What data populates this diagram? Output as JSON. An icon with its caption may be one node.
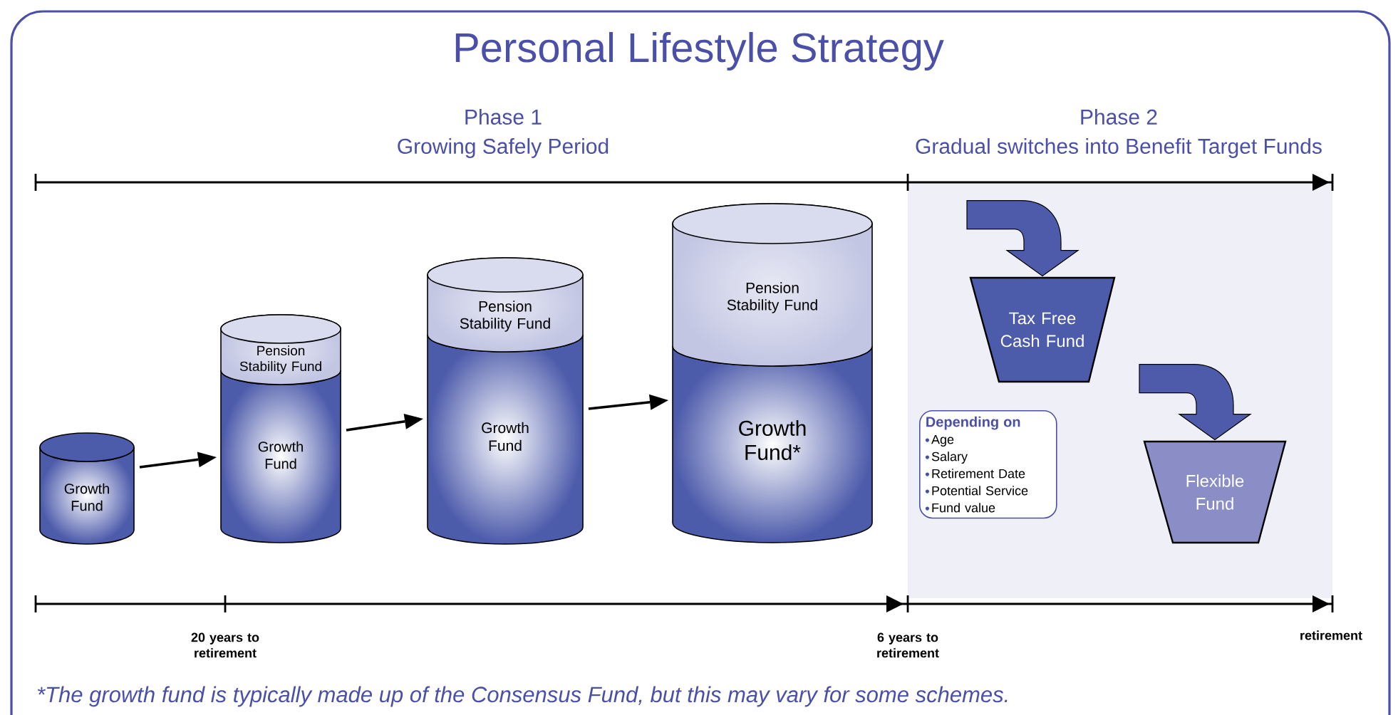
{
  "diagram": {
    "title": "Personal Lifestyle Strategy",
    "caption": "*The growth fund is typically made up of the Consensus Fund, but this may vary for some schemes.",
    "nodes": [
      {
        "text": [
          "Growth Fund"
        ]
      },
      {
        "text": [
          "Pension Stability Fund",
          "Growth Fund"
        ]
      },
      {
        "text": [
          "Pension Stability Fund",
          "Growth Fund"
        ]
      },
      {
        "text": [
          "Pension Stability Fund",
          "Growth Fund*"
        ]
      },
      {
        "text": [
          "Tax Free Cash Fund"
        ]
      },
      {
        "text": [
          "Flexible Fund"
        ]
      },
      {
        "text": [
          "Depending on",
          "Age",
          "Salary",
          "Retirement Date",
          "Potential Service",
          "Fund value"
        ]
      }
    ],
    "edges": [
      {
        "from": 0,
        "to": 1,
        "arrow": "to"
      },
      {
        "from": 1,
        "to": 2,
        "arrow": "to"
      },
      {
        "from": 2,
        "to": 3,
        "arrow": "to"
      },
      {
        "from": null,
        "to": 4,
        "arrow": "to",
        "style": "thick",
        "color": "#4e5bab"
      },
      {
        "from": null,
        "to": 5,
        "arrow": "to",
        "style": "thick",
        "color": "#4e5bab"
      }
    ],
    "labels": [
      "Phase 1",
      "Growing Safely Period",
      "Phase 2",
      "Gradual switches into Benefit Target Funds",
      "20 years to retirement",
      "6 years to retirement",
      "retirement"
    ]
  }
}
